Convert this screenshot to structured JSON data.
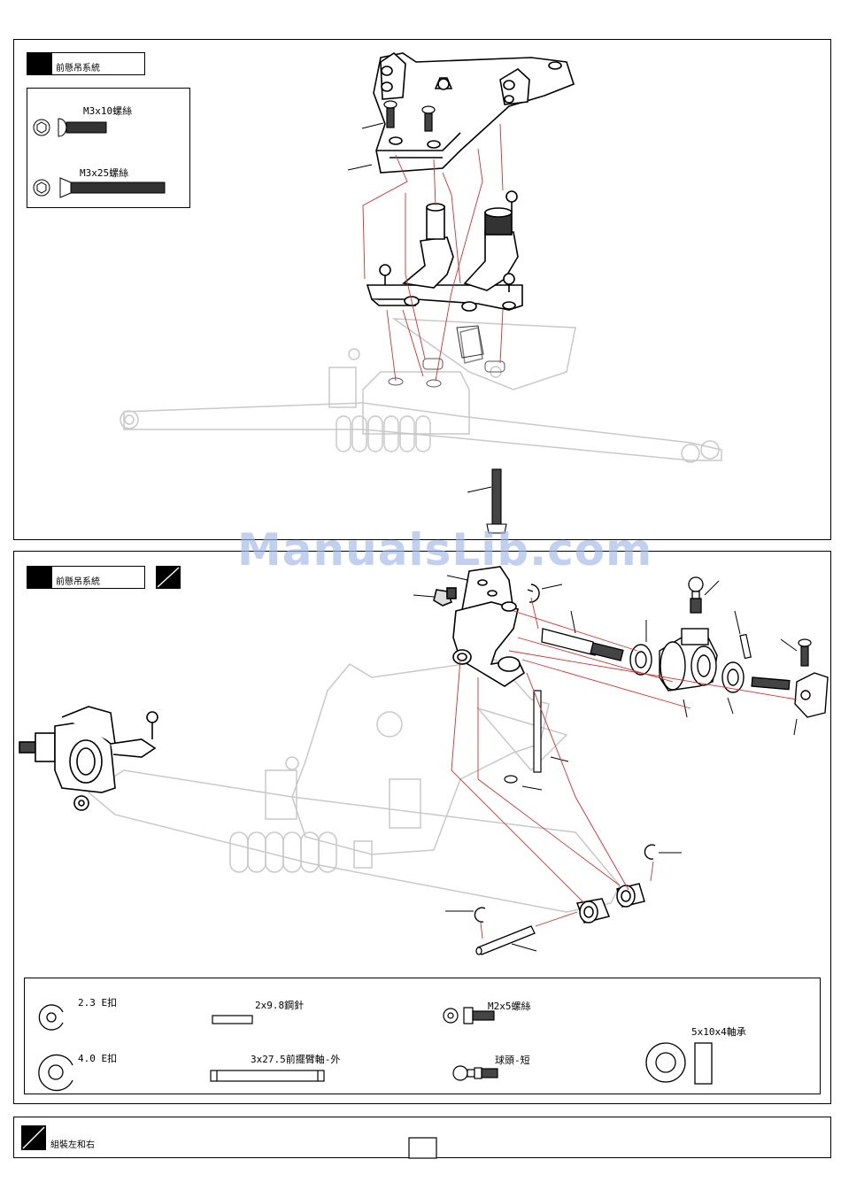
{
  "step1": {
    "title": "前懸吊系統",
    "parts": [
      {
        "label": "M3x10螺絲"
      },
      {
        "label": "M3x25螺絲"
      }
    ]
  },
  "step2": {
    "title": "前懸吊系統"
  },
  "parts_list": [
    {
      "label": "2.3 E扣"
    },
    {
      "label": "4.0 E扣"
    },
    {
      "label": "2x9.8鋼針"
    },
    {
      "label": "3x27.5前擺臂軸-外"
    },
    {
      "label": "M2x5螺絲"
    },
    {
      "label": "球頭-短"
    },
    {
      "label": "5x10x4軸承"
    }
  ],
  "footer": {
    "note": "組裝左和右"
  },
  "watermark": "ManualsLib.com"
}
